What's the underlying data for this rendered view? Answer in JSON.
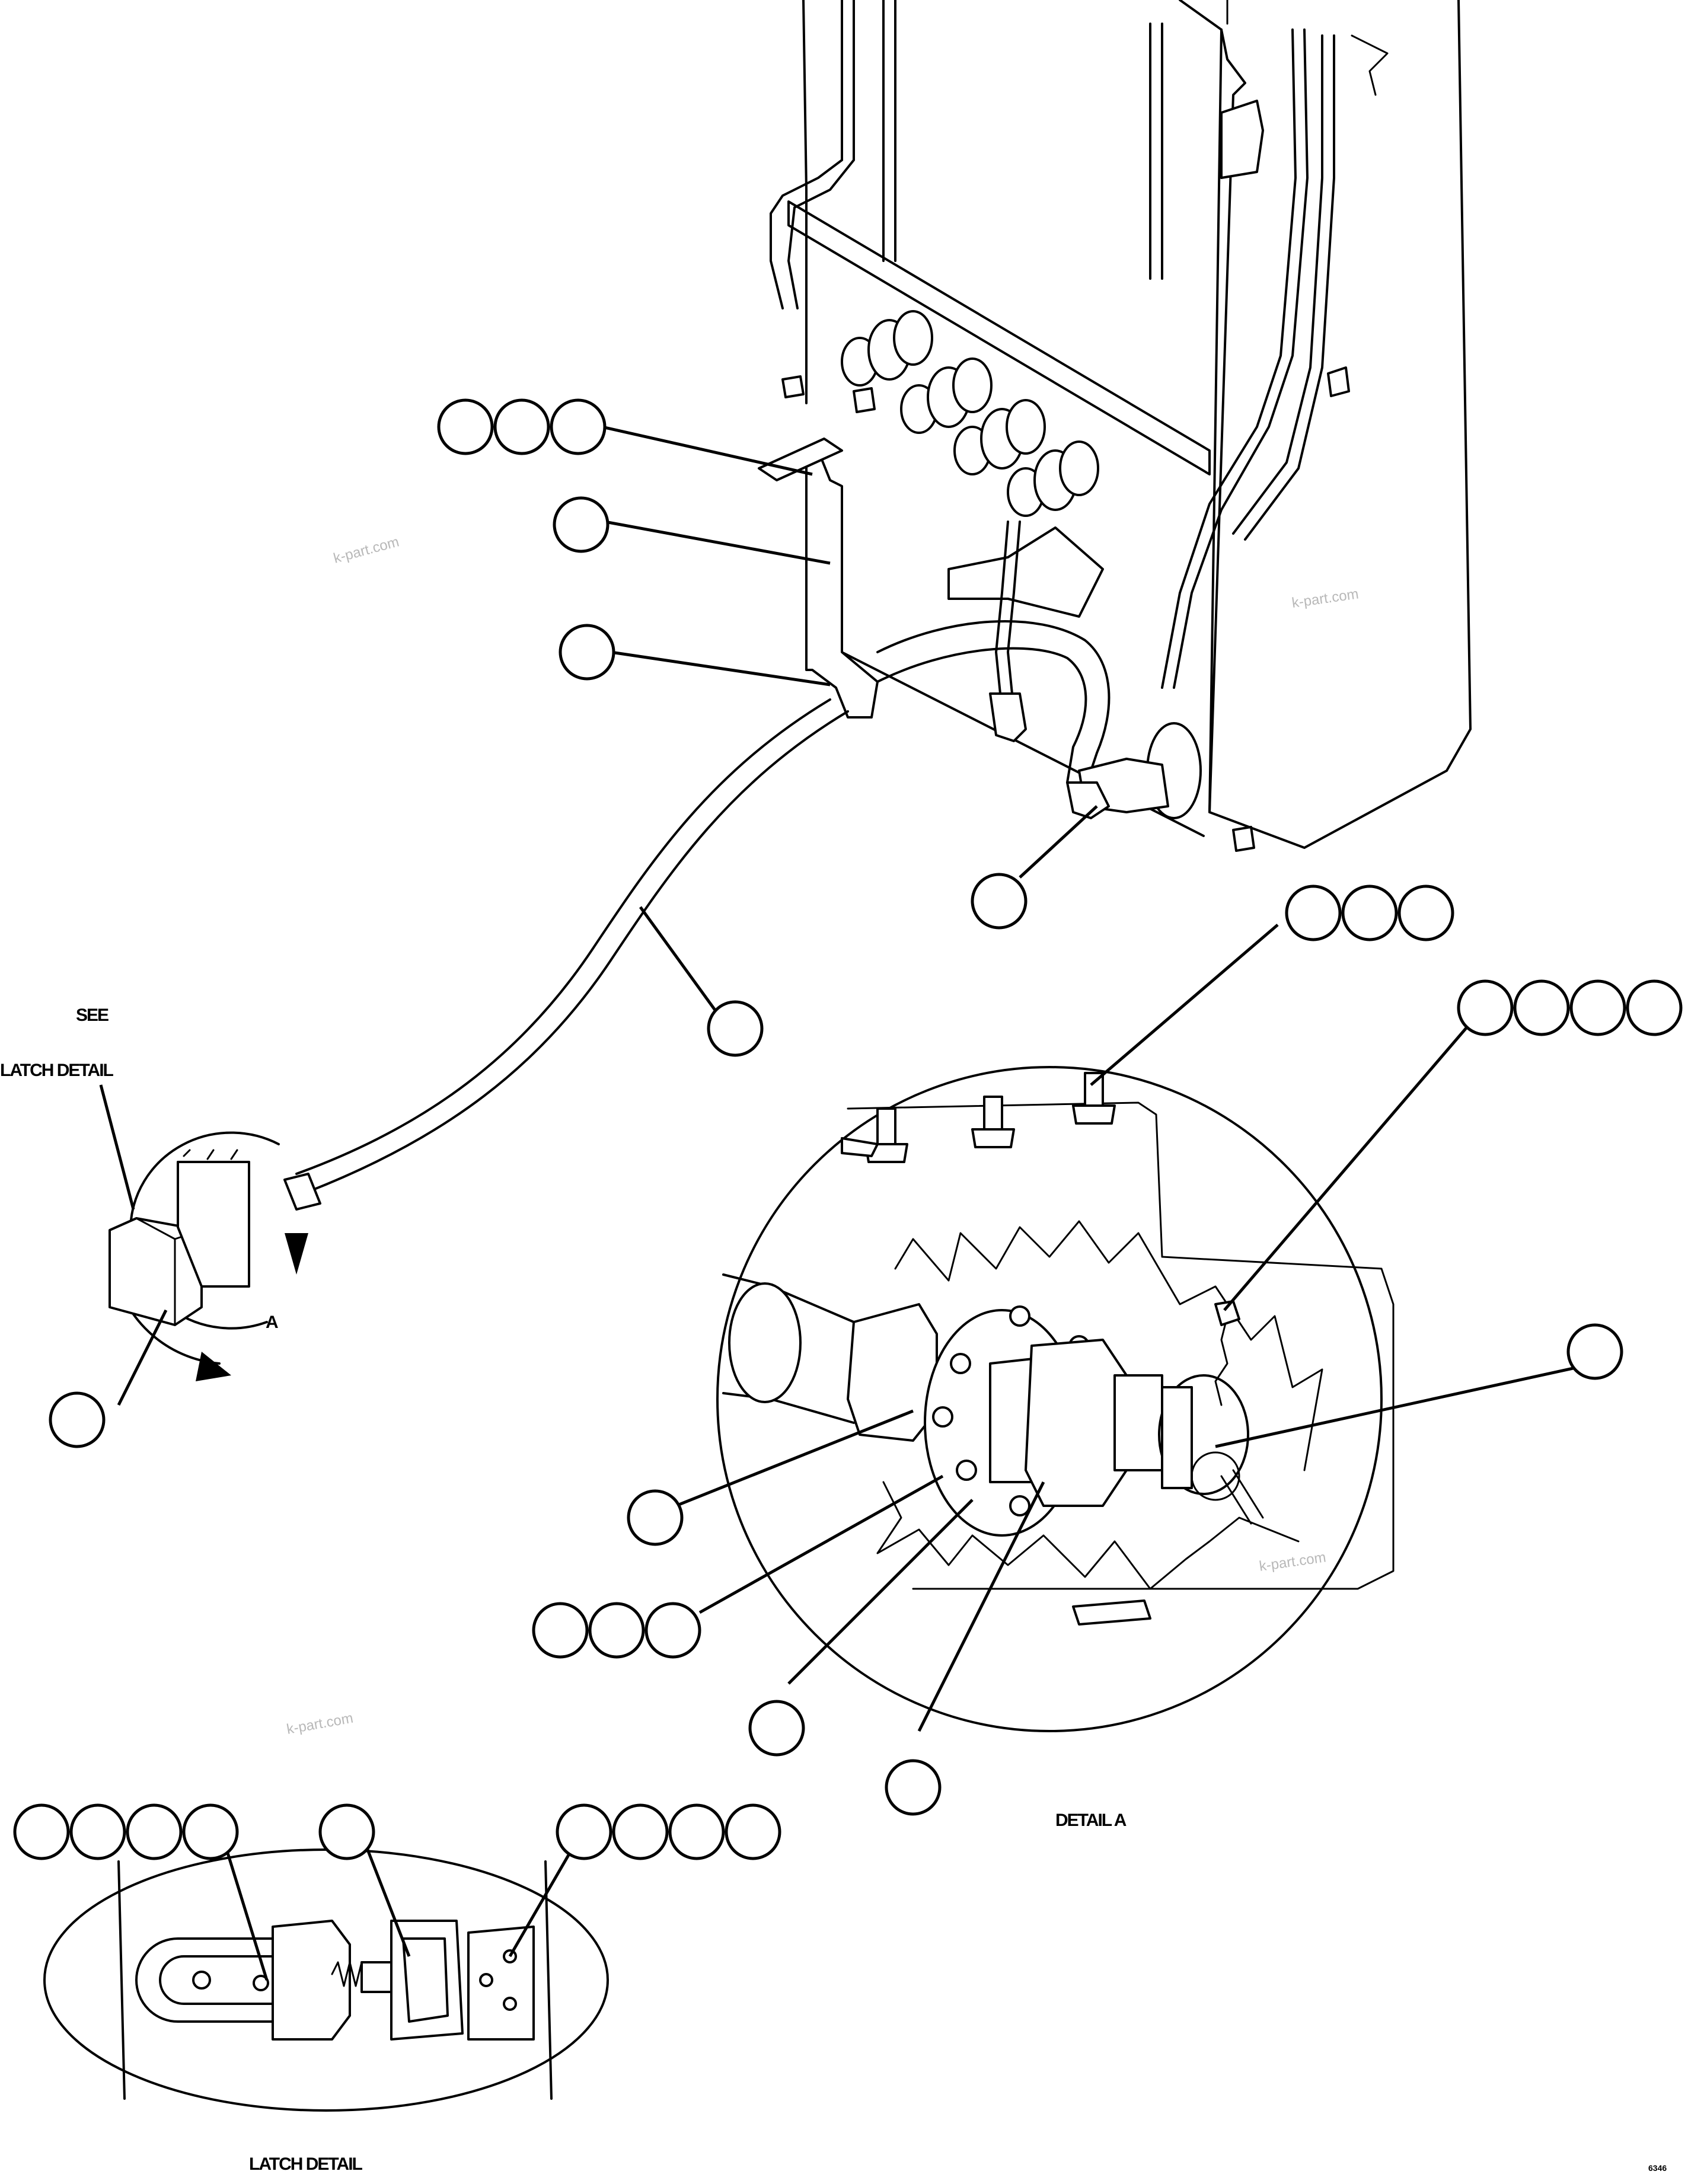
{
  "labels": {
    "see": "SEE",
    "latch_detail_ref": "LATCH DETAIL",
    "view_letter": "A",
    "detail_a": "DETAIL A",
    "latch_detail_title": "LATCH DETAIL",
    "drawing_code": "6346"
  },
  "watermarks": [
    "k-part.com",
    "k-part.com",
    "k-part.com",
    "k-part.com"
  ],
  "callout_balloons": {
    "count_note": "All reference balloons are blank in the original",
    "groups": [
      {
        "id": "g1",
        "balloons": 3
      },
      {
        "id": "g2",
        "balloons": 1
      },
      {
        "id": "g3",
        "balloons": 1
      },
      {
        "id": "g4",
        "balloons": 1
      },
      {
        "id": "g5",
        "balloons": 1
      },
      {
        "id": "g6",
        "balloons": 3
      },
      {
        "id": "g7",
        "balloons": 4
      },
      {
        "id": "g8",
        "balloons": 1
      },
      {
        "id": "g9",
        "balloons": 1
      },
      {
        "id": "g10",
        "balloons": 1
      },
      {
        "id": "g11",
        "balloons": 3
      },
      {
        "id": "g12",
        "balloons": 1
      },
      {
        "id": "g13",
        "balloons": 1
      },
      {
        "id": "g14",
        "balloons": 4
      },
      {
        "id": "g15",
        "balloons": 1
      },
      {
        "id": "g16",
        "balloons": 4
      }
    ]
  }
}
